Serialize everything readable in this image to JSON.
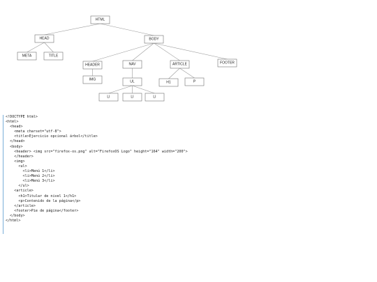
{
  "diagram": {
    "nodes": [
      {
        "id": "html",
        "label": "HTML"
      },
      {
        "id": "head",
        "label": "HEAD"
      },
      {
        "id": "body",
        "label": "BODY"
      },
      {
        "id": "meta",
        "label": "META"
      },
      {
        "id": "title",
        "label": "TITLE"
      },
      {
        "id": "header",
        "label": "HEADER"
      },
      {
        "id": "nav",
        "label": "NAV"
      },
      {
        "id": "article",
        "label": "ARTICLE"
      },
      {
        "id": "footer",
        "label": "FOOTER"
      },
      {
        "id": "img",
        "label": "IMG"
      },
      {
        "id": "ul",
        "label": "UL"
      },
      {
        "id": "h1",
        "label": "H1"
      },
      {
        "id": "p",
        "label": "P"
      },
      {
        "id": "li1",
        "label": "LI"
      },
      {
        "id": "li2",
        "label": "LI"
      },
      {
        "id": "li3",
        "label": "LI"
      }
    ],
    "edges": [
      [
        "html",
        "head"
      ],
      [
        "html",
        "body"
      ],
      [
        "head",
        "meta"
      ],
      [
        "head",
        "title"
      ],
      [
        "body",
        "header"
      ],
      [
        "body",
        "nav"
      ],
      [
        "body",
        "article"
      ],
      [
        "body",
        "footer"
      ],
      [
        "header",
        "img"
      ],
      [
        "nav",
        "ul"
      ],
      [
        "ul",
        "li1"
      ],
      [
        "ul",
        "li2"
      ],
      [
        "ul",
        "li3"
      ],
      [
        "article",
        "h1"
      ],
      [
        "article",
        "p"
      ]
    ]
  },
  "code_lines": [
    "<!DOCTYPE html>",
    "<html>",
    "  <head>",
    "    <meta charset=\"utf-8\">",
    "    <title>Ejercicio opcional árbol</title>",
    "  </head>",
    "  <body>",
    "    <header> <img src=\"firefox-os.png\" alt=\"FirefoxOS Logo\" height=\"164\" width=\"200\">",
    "    </header>",
    "    <img>",
    "      <ul>",
    "        <li>Menú 1</li>",
    "        <li>Menú 2</li>",
    "        <li>Menú 3</li>",
    "      </ul>",
    "    <article>",
    "      <h1>Titular de nivel 1</h1>",
    "      <p>Contenido de la página</p>",
    "    </article>",
    "    <footer>Pie de página</footer>",
    "  </body>",
    "</html>"
  ]
}
